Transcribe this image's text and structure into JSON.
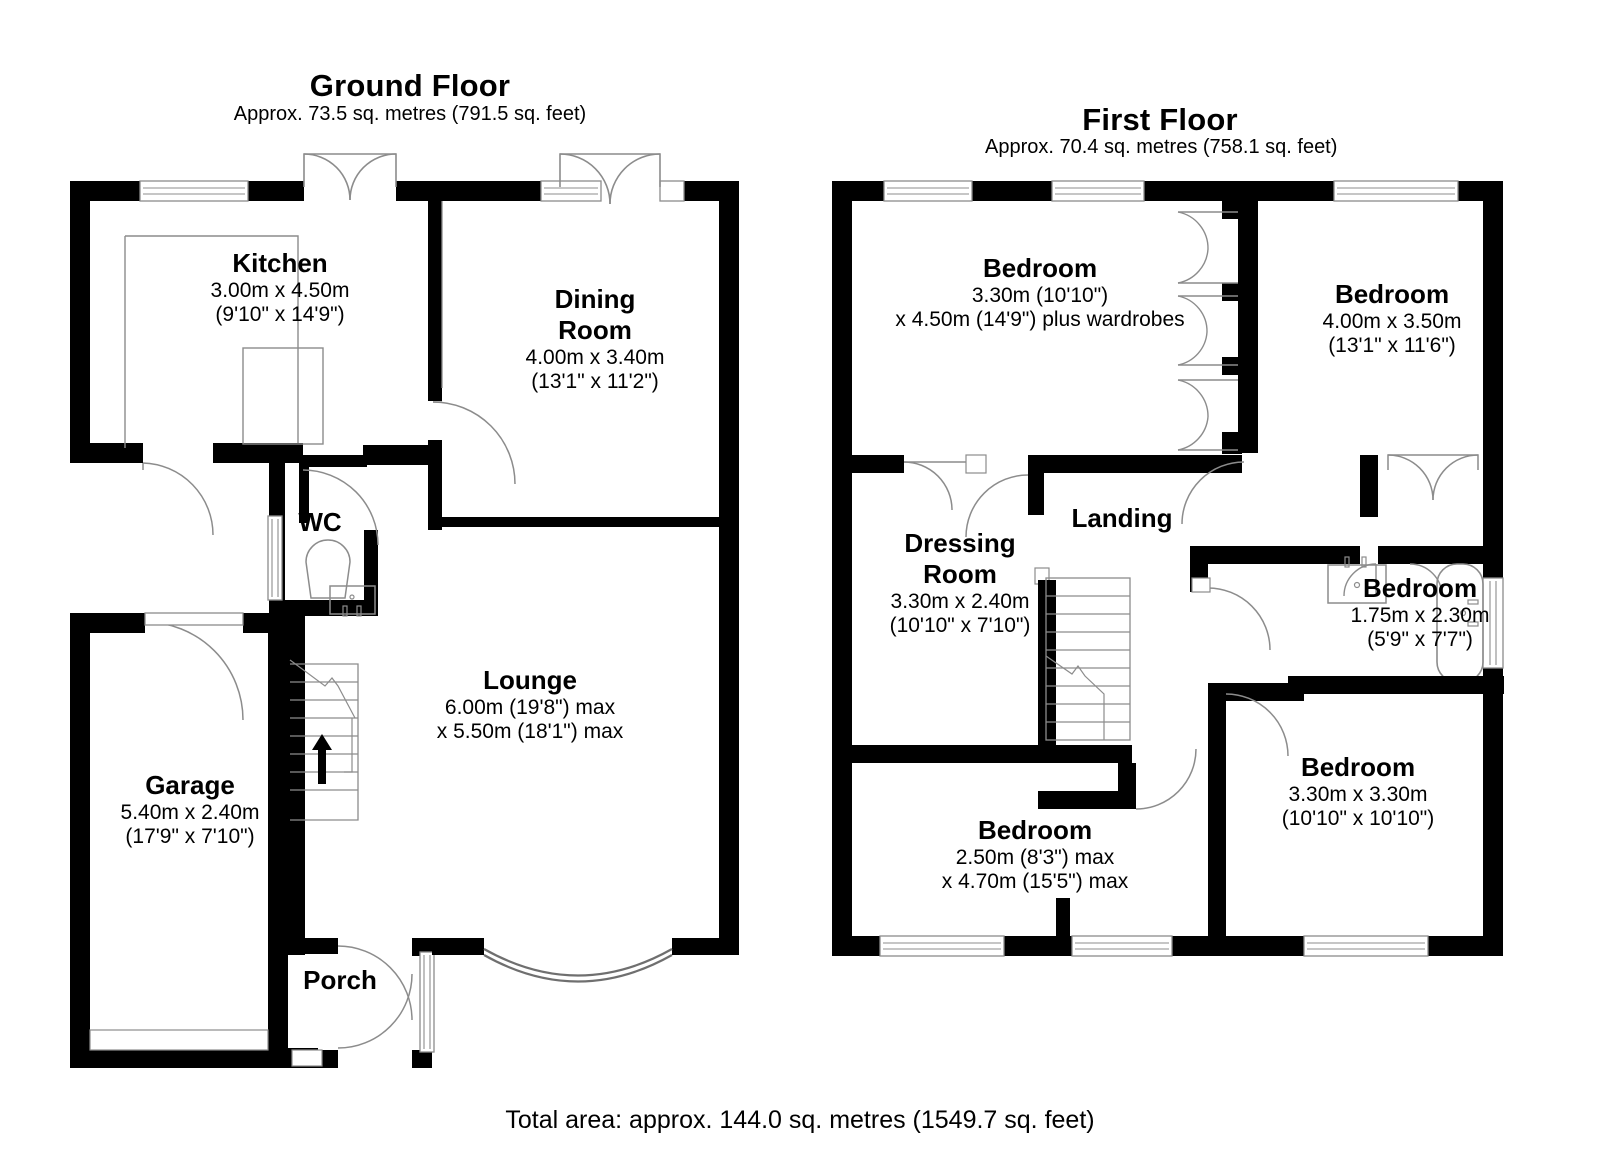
{
  "document": {
    "type": "floor-plan",
    "total_area_text": "Total area: approx. 144.0 sq. metres (1549.7 sq. feet)",
    "background_color": "#ffffff",
    "wall_color": "#000000",
    "fixture_line_color": "#8c8c8c"
  },
  "floors": [
    {
      "id": "ground-floor",
      "title": "Ground Floor",
      "subtitle": "Approx. 73.5 sq. metres (791.5 sq. feet)",
      "rooms": [
        {
          "id": "kitchen",
          "name": "Kitchen",
          "dim_metric": "3.00m x 4.50m",
          "dim_imperial": "(9'10\" x 14'9\")"
        },
        {
          "id": "dining-room",
          "name_line1": "Dining",
          "name_line2": "Room",
          "dim_metric": "4.00m x 3.40m",
          "dim_imperial": "(13'1\" x 11'2\")"
        },
        {
          "id": "wc",
          "name": "WC",
          "dim_metric": "",
          "dim_imperial": ""
        },
        {
          "id": "lounge",
          "name": "Lounge",
          "dim_metric": "6.00m (19'8\") max",
          "dim_imperial": "x 5.50m (18'1\") max"
        },
        {
          "id": "garage",
          "name": "Garage",
          "dim_metric": "5.40m x 2.40m",
          "dim_imperial": "(17'9\" x 7'10\")"
        },
        {
          "id": "porch",
          "name": "Porch",
          "dim_metric": "",
          "dim_imperial": ""
        }
      ]
    },
    {
      "id": "first-floor",
      "title": "First Floor",
      "subtitle": "Approx. 70.4 sq. metres (758.1 sq. feet)",
      "rooms": [
        {
          "id": "bedroom-1",
          "name": "Bedroom",
          "dim_metric": "3.30m (10'10\")",
          "dim_imperial": "x 4.50m (14'9\") plus wardrobes"
        },
        {
          "id": "bedroom-2",
          "name": "Bedroom",
          "dim_metric": "4.00m x 3.50m",
          "dim_imperial": "(13'1\" x 11'6\")"
        },
        {
          "id": "dressing-room",
          "name_line1": "Dressing",
          "name_line2": "Room",
          "dim_metric": "3.30m x 2.40m",
          "dim_imperial": "(10'10\" x 7'10\")"
        },
        {
          "id": "landing",
          "name": "Landing",
          "dim_metric": "",
          "dim_imperial": ""
        },
        {
          "id": "bathroom",
          "name": "Bedroom",
          "dim_metric": "1.75m x 2.30m",
          "dim_imperial": "(5'9\" x 7'7\")"
        },
        {
          "id": "bedroom-3",
          "name": "Bedroom",
          "dim_metric": "3.30m x 3.30m",
          "dim_imperial": "(10'10\" x 10'10\")"
        },
        {
          "id": "bedroom-4",
          "name": "Bedroom",
          "dim_metric": "2.50m (8'3\") max",
          "dim_imperial": "x 4.70m (15'5\") max"
        }
      ]
    }
  ]
}
